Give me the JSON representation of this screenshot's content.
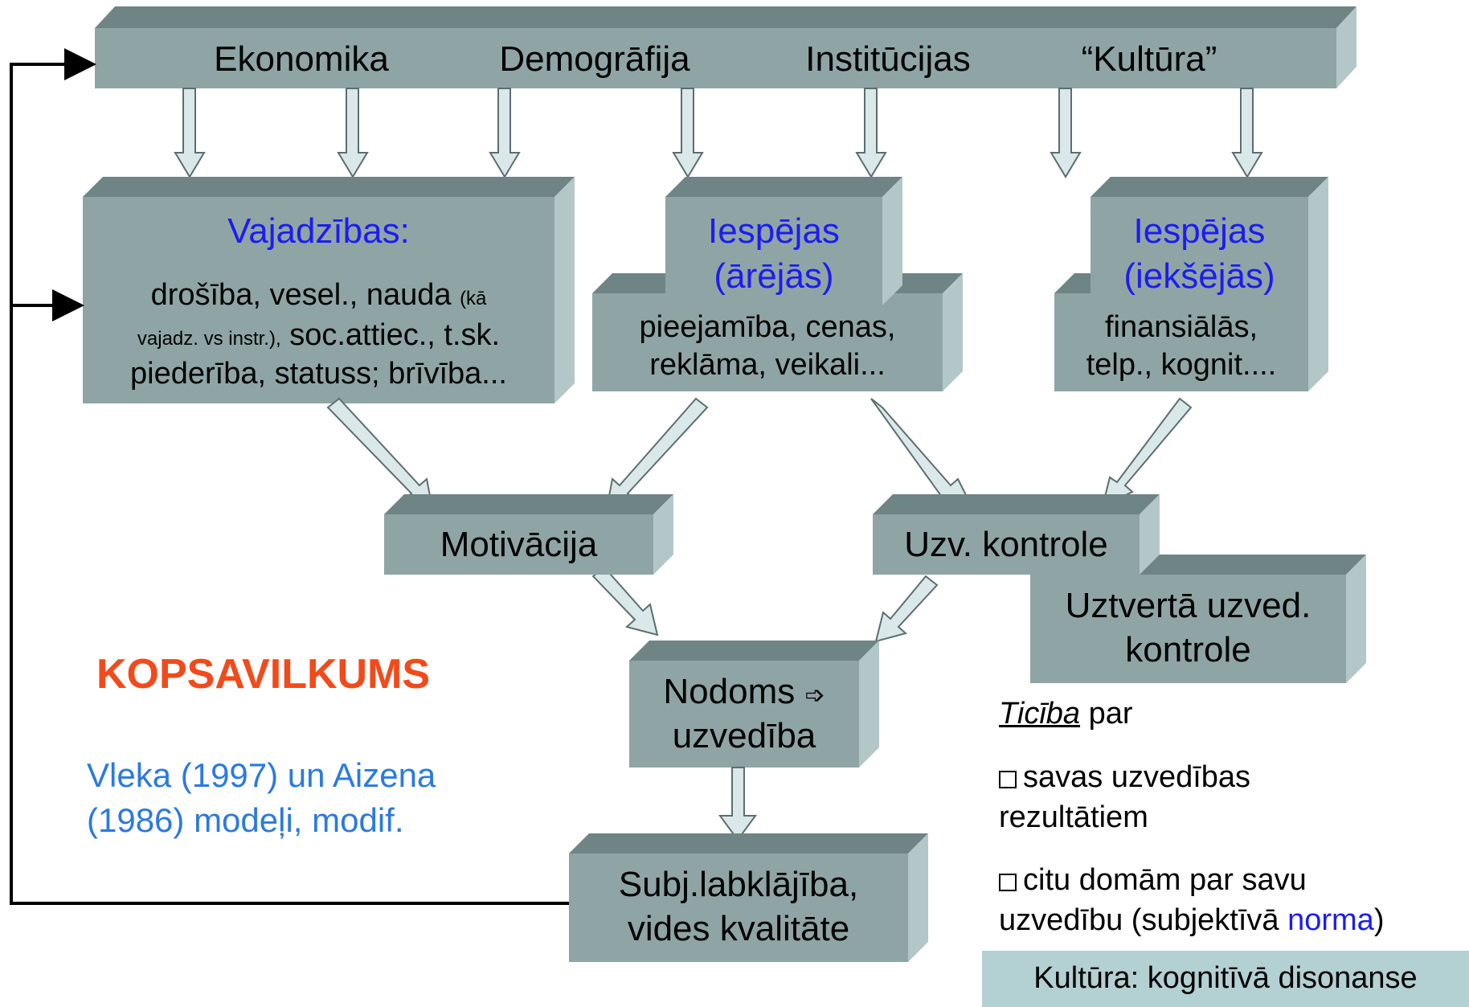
{
  "top_bar": {
    "items": [
      "Ekonomika",
      "Demogrāfija",
      "Institūcijas",
      "“Kultūra”"
    ]
  },
  "needs": {
    "title": "Vajadzības:",
    "line1_main": "drošība, vesel., nauda",
    "line1_small": "(kā",
    "line2_small": "vajadz. vs instr.),",
    "line2_main": "soc.attiec., t.sk.",
    "line3": "piederība, statuss; brīvība..."
  },
  "ext_opportunities": {
    "title_line1": "Iespējas",
    "title_line2": "(ārējās)",
    "body_line1": "pieejamība, cenas,",
    "body_line2": "reklāma, veikali..."
  },
  "int_opportunities": {
    "title_line1": "Iespējas",
    "title_line2": "(iekšējās)",
    "body_line1": "finansiālās,",
    "body_line2": "telp., kognit...."
  },
  "motivation": "Motivācija",
  "behavior_control": "Uzv. kontrole",
  "perceived_control": {
    "line1": "Uztvertā uzved.",
    "line2": "kontrole"
  },
  "intention": {
    "line1": "Nodoms",
    "symbol": "➩",
    "line2": "uzvedība"
  },
  "wellbeing": {
    "line1": "Subj.labklājība,",
    "line2": "vides kvalitāte"
  },
  "summary_title": "KOPSAVILKUMS",
  "source": {
    "line1": "Vleka (1997) un Aizena",
    "line2": "(1986) modeļi, modif."
  },
  "belief": {
    "word": "Ticība",
    "rest": " par",
    "item1_line1": "savas uzvedības",
    "item1_line2": "rezultātiem",
    "item2_line1": "citu domām par savu",
    "item2_line2_a": "uzvedību (subjektīvā ",
    "item2_line2_b": "norma",
    "item2_line2_c": ")"
  },
  "footer": "Kultūra: kognitīvā disonanse",
  "colors": {
    "box_front": "#8fa5a5",
    "box_top": "#6f8484",
    "box_side": "#b3c7c8",
    "title_blue": "#1c1cf2",
    "source_blue": "#2a7ae0",
    "summary_red": "#f24a1a",
    "footer_bg": "#b3d0d3"
  }
}
